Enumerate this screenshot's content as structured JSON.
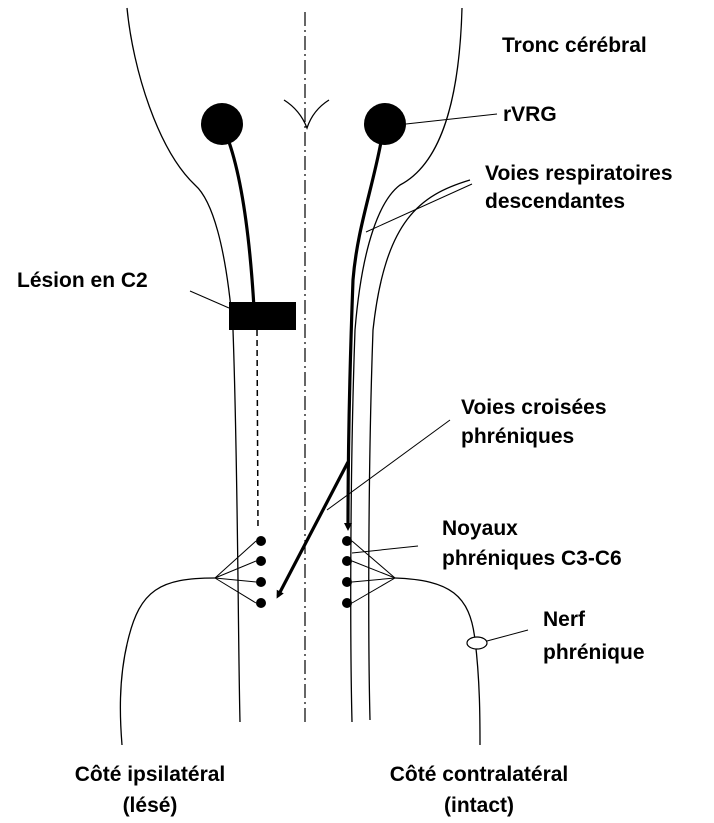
{
  "labels": {
    "brainstem": "Tronc cérébral",
    "rvrg": "rVRG",
    "descending_line1": "Voies respiratoires",
    "descending_line2": "descendantes",
    "lesion": "Lésion en C2",
    "crossed_line1": "Voies croisées",
    "crossed_line2": "phréniques",
    "nuclei_line1": "Noyaux",
    "nuclei_line2": "phréniques C3-C6",
    "nerve_line1": "Nerf",
    "nerve_line2": "phrénique",
    "ipsi_line1": "Côté ipsilatéral",
    "ipsi_line2": "(lésé)",
    "contra_line1": "Côté contralatéral",
    "contra_line2": "(intact)"
  }
}
